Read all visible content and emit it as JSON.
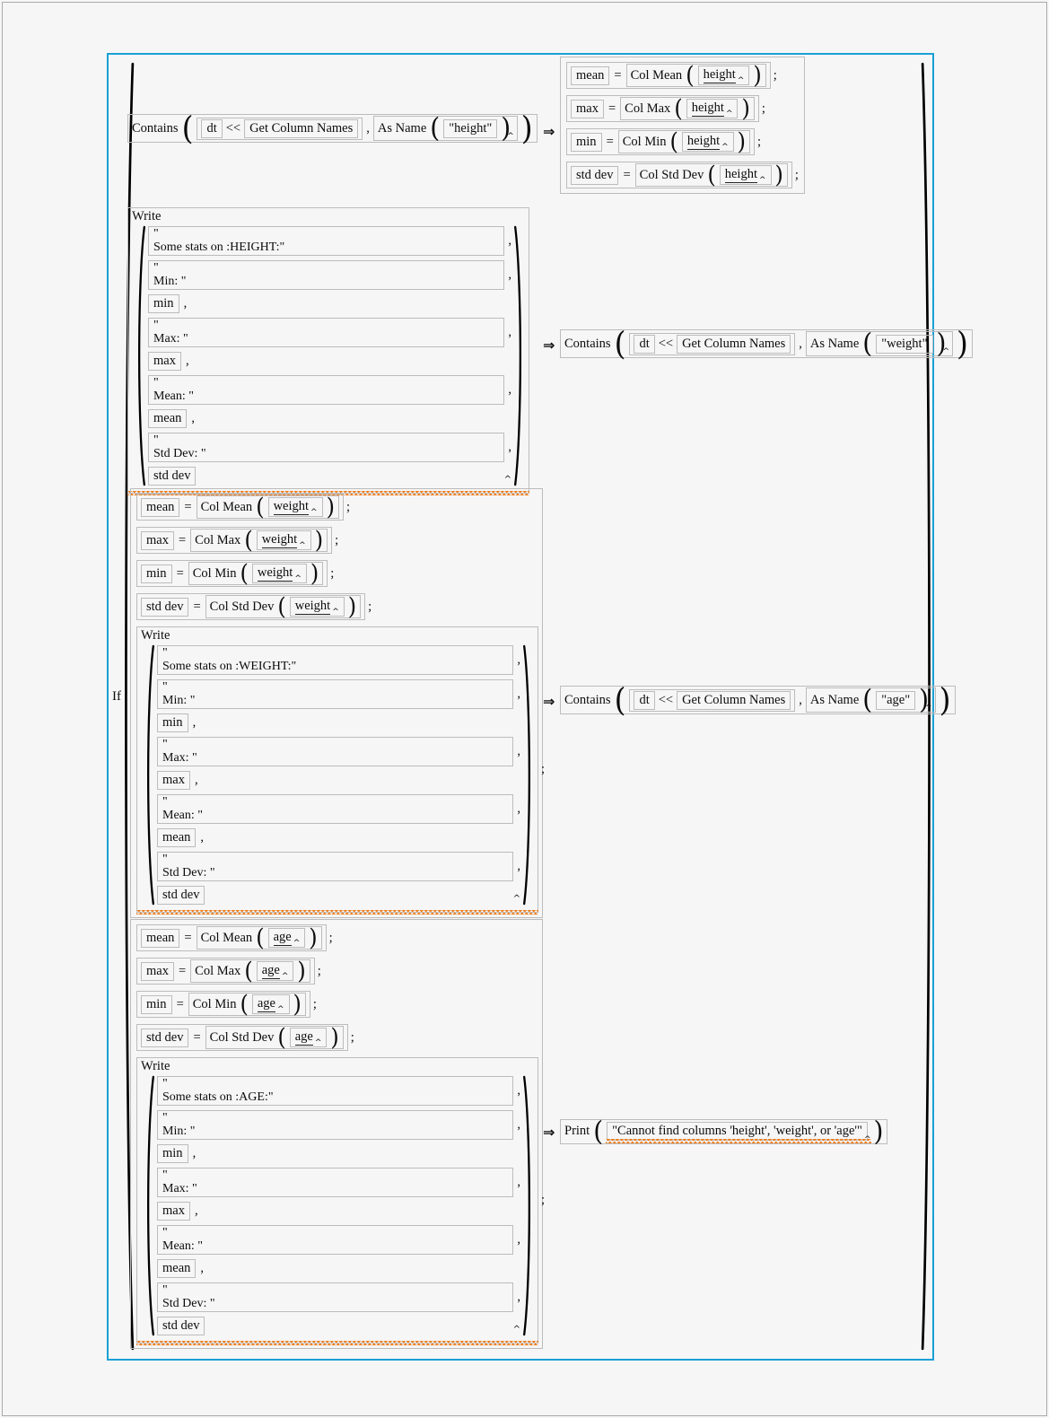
{
  "if_label": "If",
  "arrow_glyph": "⇒",
  "punctuation": {
    "comma": ",",
    "semicolon": ";",
    "equals": "=",
    "send_operator": "<<",
    "open_paren": "(",
    "close_paren": ")",
    "caret": "^"
  },
  "colors": {
    "panel_border": "#1aa0d4",
    "warning_zigzag": "#ee7e1c",
    "box_border": "#bcbcbd",
    "background": "#f6f6f7"
  },
  "conditions": [
    {
      "fn": "Contains",
      "target": "dt",
      "message": "Get Column Names",
      "wrap_fn": "As Name",
      "arg": "\"height\""
    },
    {
      "fn": "Contains",
      "target": "dt",
      "message": "Get Column Names",
      "wrap_fn": "As Name",
      "arg": "\"weight\""
    },
    {
      "fn": "Contains",
      "target": "dt",
      "message": "Get Column Names",
      "wrap_fn": "As Name",
      "arg": "\"age\""
    }
  ],
  "stat_groups": [
    {
      "column": "height",
      "assignments": [
        {
          "var": "mean",
          "fn": "Col Mean"
        },
        {
          "var": "max",
          "fn": "Col Max"
        },
        {
          "var": "min",
          "fn": "Col Min"
        },
        {
          "var": "std dev",
          "fn": "Col Std Dev"
        }
      ]
    },
    {
      "column": "weight",
      "assignments": [
        {
          "var": "mean",
          "fn": "Col Mean"
        },
        {
          "var": "max",
          "fn": "Col Max"
        },
        {
          "var": "min",
          "fn": "Col Min"
        },
        {
          "var": "std dev",
          "fn": "Col Std Dev"
        }
      ]
    },
    {
      "column": "age",
      "assignments": [
        {
          "var": "mean",
          "fn": "Col Mean"
        },
        {
          "var": "max",
          "fn": "Col Max"
        },
        {
          "var": "min",
          "fn": "Col Min"
        },
        {
          "var": "std dev",
          "fn": "Col Std Dev"
        }
      ]
    }
  ],
  "write_blocks": [
    {
      "fn": "Write",
      "items": [
        {
          "type": "string",
          "line1": "\"",
          "line2": "Some stats on :HEIGHT:\""
        },
        {
          "type": "string",
          "line1": "\"",
          "line2": "Min: \""
        },
        {
          "type": "var",
          "text": "min"
        },
        {
          "type": "string",
          "line1": "\"",
          "line2": "Max: \""
        },
        {
          "type": "var",
          "text": "max"
        },
        {
          "type": "string",
          "line1": "\"",
          "line2": "Mean: \""
        },
        {
          "type": "var",
          "text": "mean"
        },
        {
          "type": "string",
          "line1": "\"",
          "line2": "Std Dev: \""
        },
        {
          "type": "var",
          "text": "std dev"
        }
      ]
    },
    {
      "fn": "Write",
      "items": [
        {
          "type": "string",
          "line1": "\"",
          "line2": "Some stats on :WEIGHT:\""
        },
        {
          "type": "string",
          "line1": "\"",
          "line2": "Min: \""
        },
        {
          "type": "var",
          "text": "min"
        },
        {
          "type": "string",
          "line1": "\"",
          "line2": "Max: \""
        },
        {
          "type": "var",
          "text": "max"
        },
        {
          "type": "string",
          "line1": "\"",
          "line2": "Mean: \""
        },
        {
          "type": "var",
          "text": "mean"
        },
        {
          "type": "string",
          "line1": "\"",
          "line2": "Std Dev: \""
        },
        {
          "type": "var",
          "text": "std dev"
        }
      ]
    },
    {
      "fn": "Write",
      "items": [
        {
          "type": "string",
          "line1": "\"",
          "line2": "Some stats on :AGE:\""
        },
        {
          "type": "string",
          "line1": "\"",
          "line2": "Min: \""
        },
        {
          "type": "var",
          "text": "min"
        },
        {
          "type": "string",
          "line1": "\"",
          "line2": "Max: \""
        },
        {
          "type": "var",
          "text": "max"
        },
        {
          "type": "string",
          "line1": "\"",
          "line2": "Mean: \""
        },
        {
          "type": "var",
          "text": "mean"
        },
        {
          "type": "string",
          "line1": "\"",
          "line2": "Std Dev: \""
        },
        {
          "type": "var",
          "text": "std dev"
        }
      ]
    }
  ],
  "else_clause": {
    "fn": "Print",
    "arg": "\"Cannot find columns 'height', 'weight', or 'age'\""
  }
}
